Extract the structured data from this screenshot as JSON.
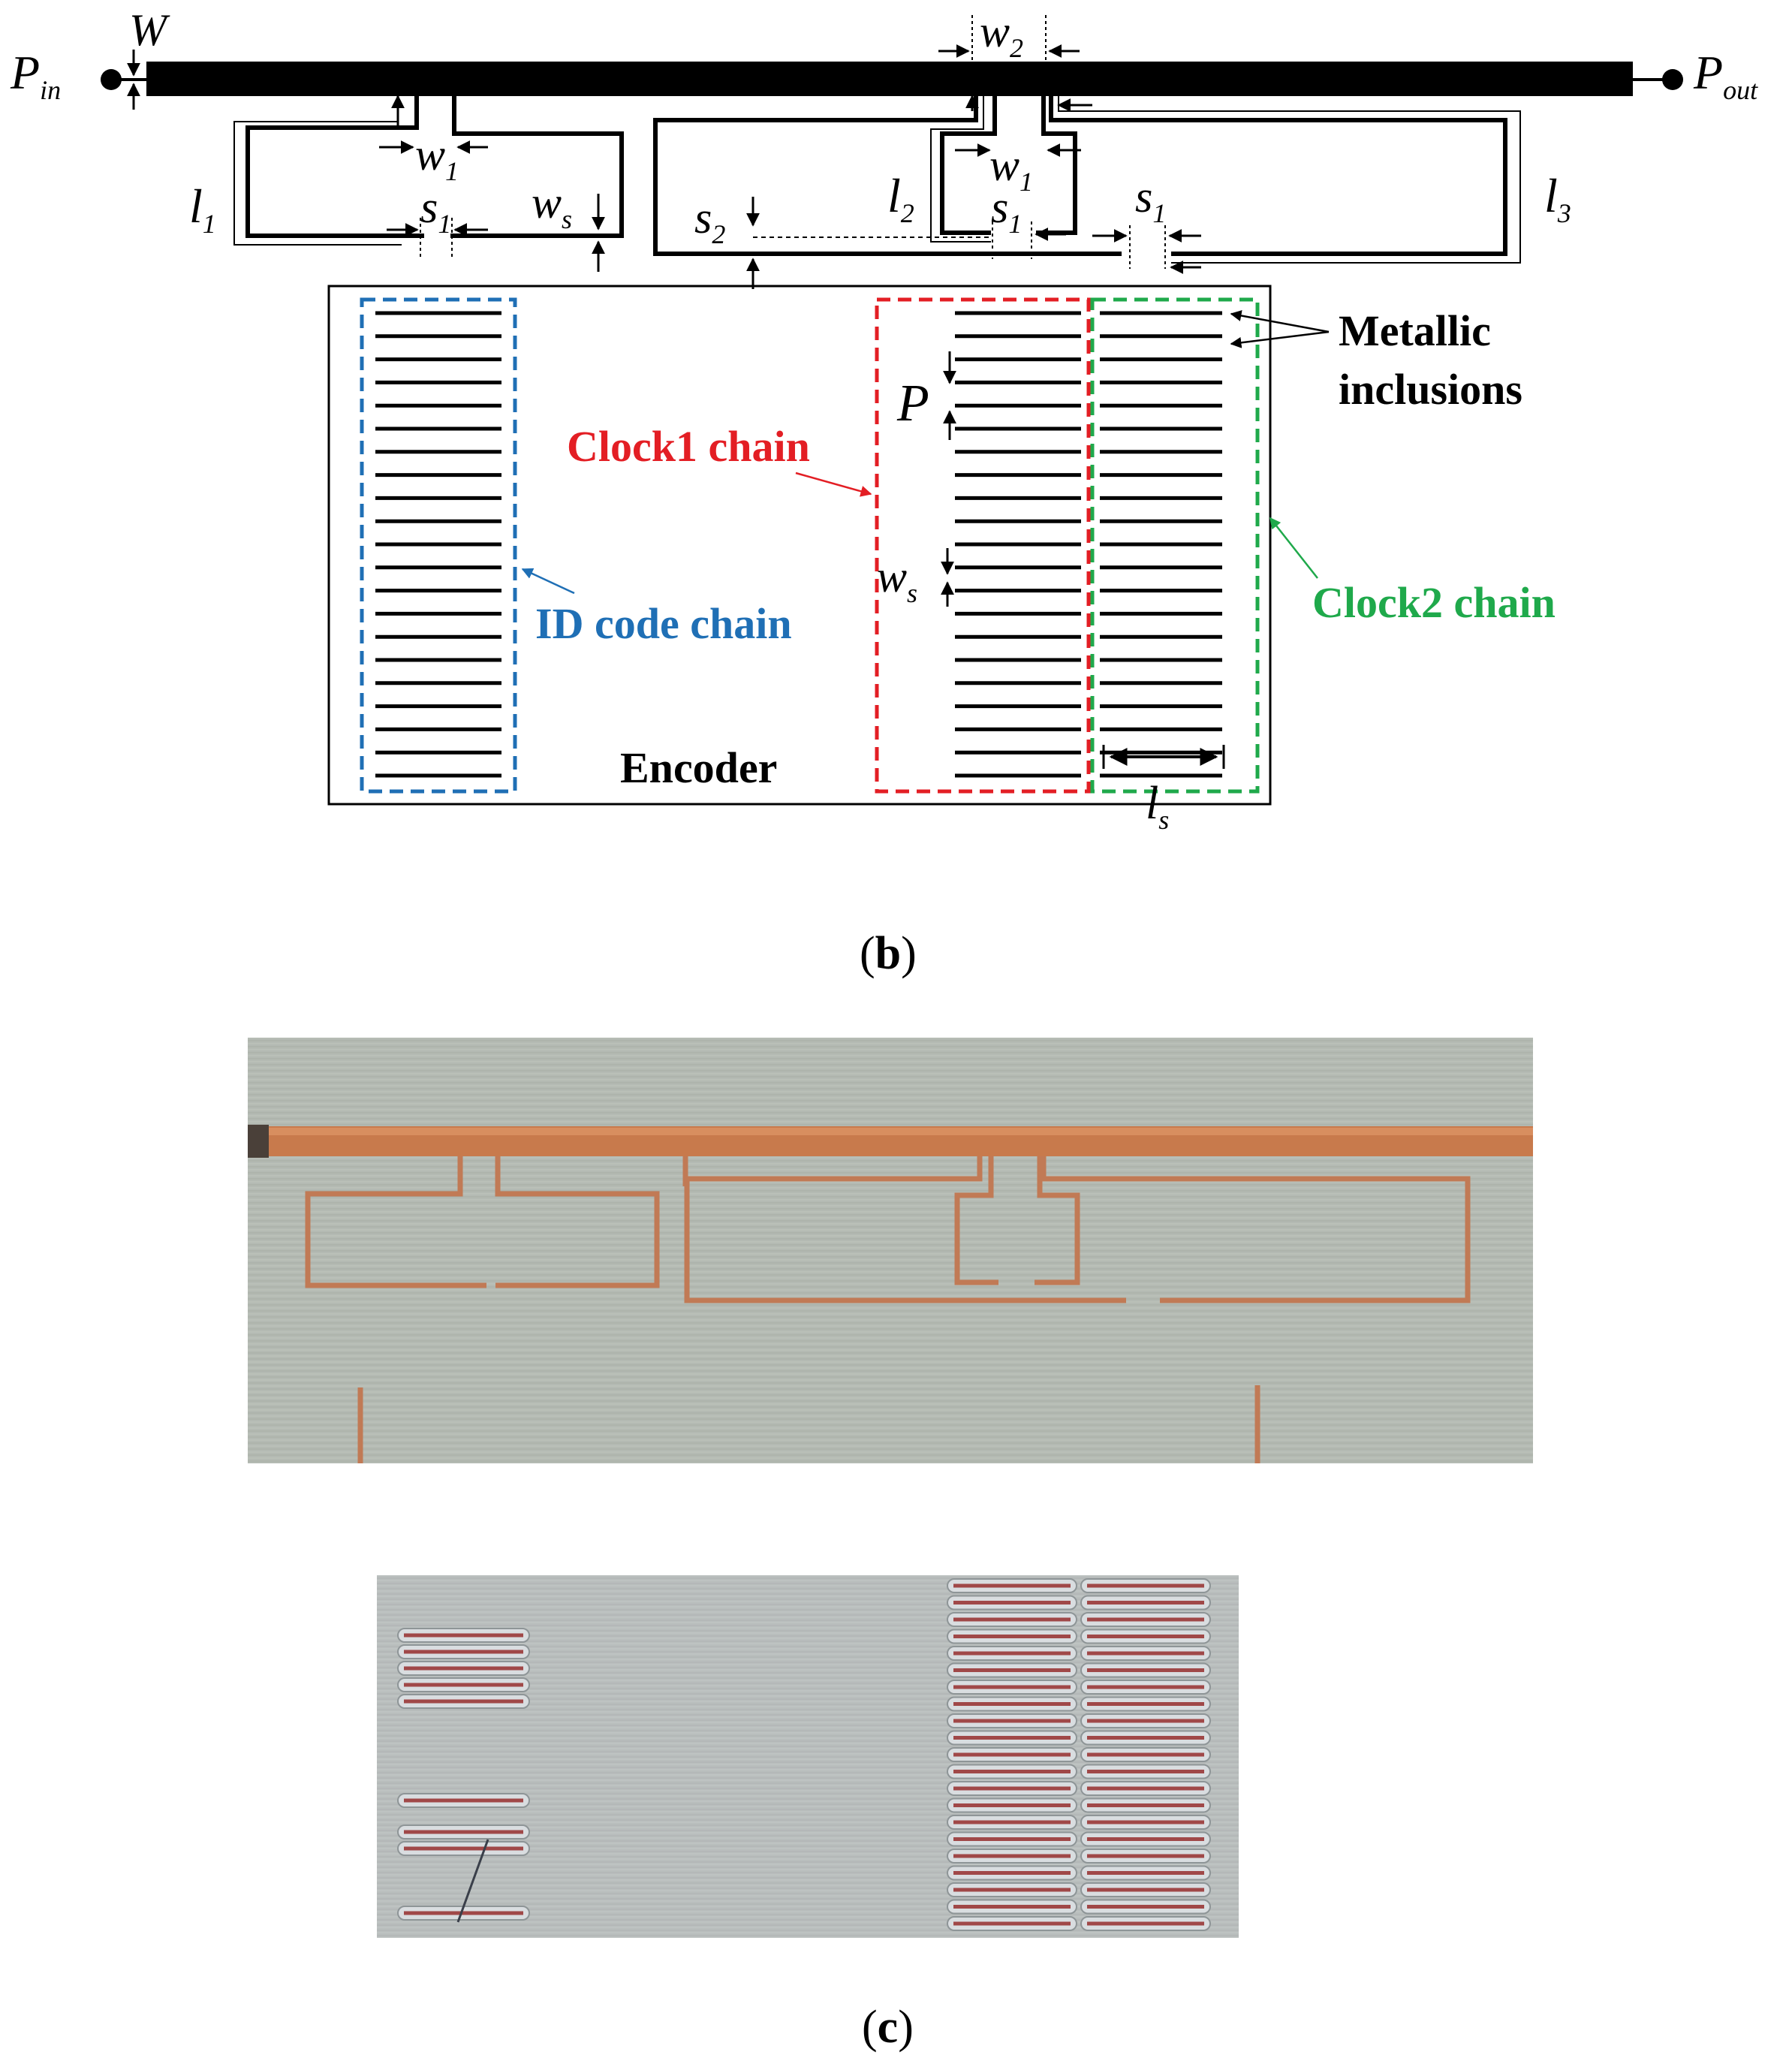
{
  "schematic": {
    "port_in": "P",
    "port_in_sub": "in",
    "port_out": "P",
    "port_out_sub": "out",
    "dim_W": "W",
    "dim_w2": "w",
    "dim_w2_sub": "2",
    "dim_w1_left": "w",
    "dim_w1_left_sub": "1",
    "dim_w1_mid": "w",
    "dim_w1_mid_sub": "1",
    "dim_l1": "l",
    "dim_l1_sub": "1",
    "dim_l2": "l",
    "dim_l2_sub": "2",
    "dim_l3": "l",
    "dim_l3_sub": "3",
    "dim_s1_left": "s",
    "dim_s1_left_sub": "1",
    "dim_s1_mid": "s",
    "dim_s1_mid_sub": "1",
    "dim_s1_right": "s",
    "dim_s1_right_sub": "1",
    "dim_ws_top": "w",
    "dim_ws_top_sub": "s",
    "dim_s2": "s",
    "dim_s2_sub": "2",
    "dim_P": "P",
    "dim_ws_mid": "w",
    "dim_ws_mid_sub": "s",
    "dim_ls": "l",
    "dim_ls_sub": "s"
  },
  "labels": {
    "metallic_line1": "Metallic",
    "metallic_line2": "inclusions",
    "clock1_chain": "Clock1 chain",
    "clock2_chain": "Clock2 chain",
    "id_code_chain": "ID code chain",
    "encoder": "Encoder"
  },
  "colors": {
    "clock1": "#e31e24",
    "clock2": "#1fa94b",
    "id_code": "#1f6fb5",
    "copper": "#c9794d",
    "substrate": "#a9b0a8",
    "inclusion": "#a04848"
  },
  "panels": {
    "b_open": "(",
    "b_letter": "b",
    "b_close": ")",
    "c_open": "(",
    "c_letter": "c",
    "c_close": ")"
  },
  "encoder": {
    "strip_count": 21
  }
}
